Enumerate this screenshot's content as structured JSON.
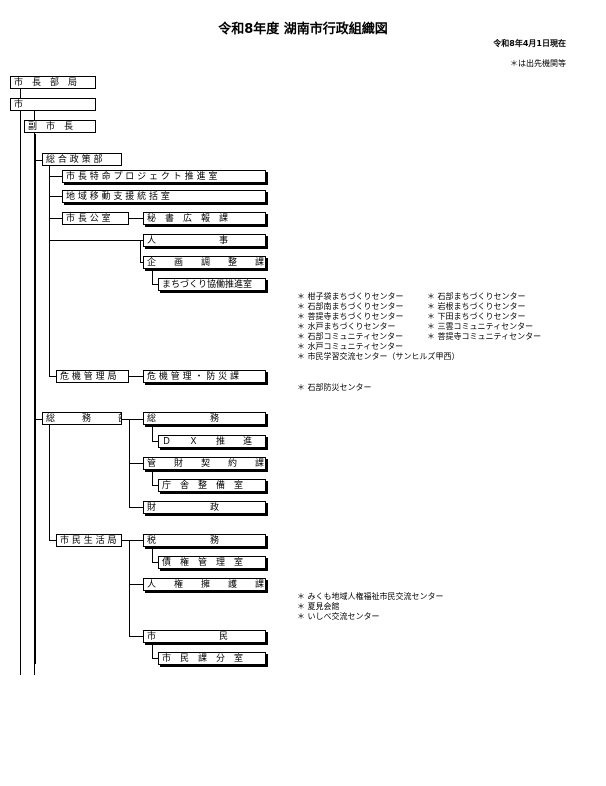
{
  "header": {
    "title": "令和8年度 湖南市行政組織図",
    "as_of": "令和8年4月1日現在",
    "legend": "＊は出先機関等"
  },
  "org": {
    "mayor_office": "市　長　部　局",
    "mayor": "市　　　　　　　　長",
    "deputy_mayor": "副　市　長",
    "general_policy": "総 合 政 策 部",
    "special_projects": "市 長 特 命 プ ロ ジ ェ ク ト 推 進 室",
    "regional_mobility": "地 域 移 動 支 援 統 括 室",
    "mayor_secretariat": "市 長 公 室",
    "secretary_pr": "秘　書　広　報　課",
    "personnel": "人　　　　　　　事　　　　　　　課",
    "planning": "企　　画　　調　　整　　課",
    "town_planning": "まちづくり協働推進室",
    "crisis_bureau": "危 機 管 理 局",
    "crisis_section": "危 機 管 理 ・ 防 災 課",
    "general_affairs": "総　　　務　　　部",
    "ga_section": "総　　　　　　務　　　　　　課",
    "dx_office": "Ｄ　　Ｘ　　推　　進　　室",
    "finance_contracts": "管　　財　　契　　約　　課",
    "building_maintenance": "庁　舎　整　備　室",
    "finance": "財　　　　　　政　　　　　　課",
    "citizen_bureau": "市 民 生 活 局",
    "tax": "税　　　　　　務　　　　　　課",
    "debt_management": "債　権　管　理　室",
    "human_rights": "人　　権　　擁　　護　　課",
    "citizens": "市　　　　　　　民　　　　　　　課",
    "citizens_branch": "市　民　課　分　室"
  },
  "notes": {
    "centers_col1": [
      "柑子袋まちづくりセンター",
      "石部南まちづくりセンター",
      "菩提寺まちづくりセンター",
      "水戸まちづくりセンター",
      "石部コミュニティセンター",
      "水戸コミュニティセンター",
      "市民学習交流センター（サンヒルズ甲西）"
    ],
    "centers_col2": [
      "石部まちづくりセンター",
      "岩根まちづくりセンター",
      "下田まちづくりセンター",
      "三雲コミュニティセンター",
      "菩提寺コミュニティセンター"
    ],
    "disaster": [
      "石部防災センター"
    ],
    "human_rights_facilities": [
      "みくも地域人権福祉市民交流センター",
      "夏見会館",
      "いしべ交流センター"
    ]
  }
}
